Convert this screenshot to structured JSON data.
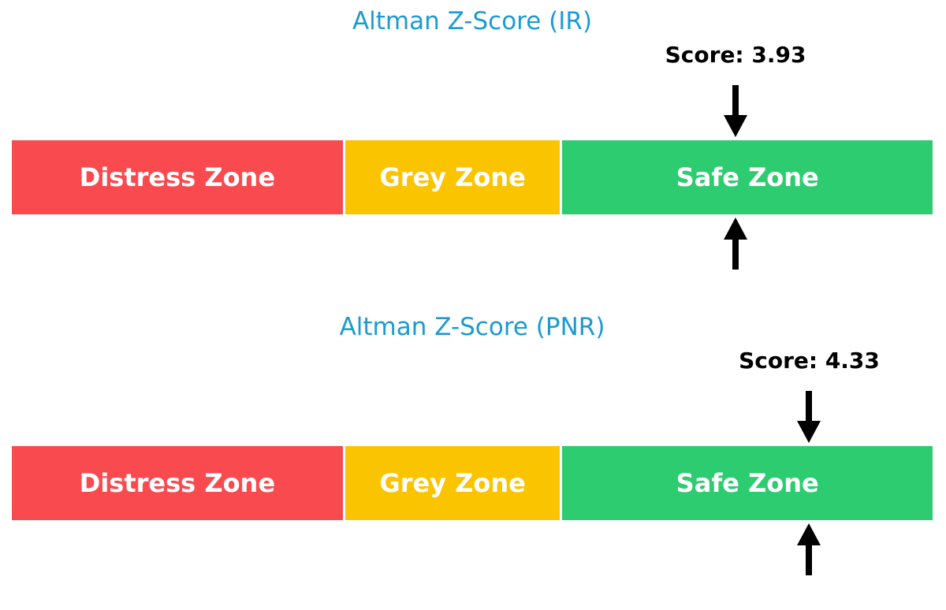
{
  "page": {
    "background": "#ffffff"
  },
  "chart_data": [
    {
      "type": "bar",
      "subtype": "zone-gauge",
      "title": "Altman Z-Score (IR)",
      "title_color": "#1C9BD1",
      "score": 3.93,
      "score_label": "Score: 3.93",
      "axis_range": [
        0,
        5
      ],
      "zones": [
        {
          "label": "Distress Zone",
          "from": 0,
          "to": 1.81,
          "color": "#F94B4F",
          "text_color": "#ffffff"
        },
        {
          "label": "Grey Zone",
          "from": 1.81,
          "to": 2.99,
          "color": "#FBC400",
          "text_color": "#ffffff"
        },
        {
          "label": "Safe Zone",
          "from": 2.99,
          "to": 5,
          "color": "#2ECC71",
          "text_color": "#ffffff"
        }
      ],
      "markers": [
        {
          "shape": "down-arrow",
          "value": 3.93,
          "position": "above-bar",
          "color": "#000000"
        },
        {
          "shape": "up-arrow",
          "value": 3.93,
          "position": "below-bar",
          "color": "#000000"
        }
      ],
      "legend": "none",
      "grid": false
    },
    {
      "type": "bar",
      "subtype": "zone-gauge",
      "title": "Altman Z-Score (PNR)",
      "title_color": "#1C9BD1",
      "score": 4.33,
      "score_label": "Score: 4.33",
      "axis_range": [
        0,
        5
      ],
      "zones": [
        {
          "label": "Distress Zone",
          "from": 0,
          "to": 1.81,
          "color": "#F94B4F",
          "text_color": "#ffffff"
        },
        {
          "label": "Grey Zone",
          "from": 1.81,
          "to": 2.99,
          "color": "#FBC400",
          "text_color": "#ffffff"
        },
        {
          "label": "Safe Zone",
          "from": 2.99,
          "to": 5,
          "color": "#2ECC71",
          "text_color": "#ffffff"
        }
      ],
      "markers": [
        {
          "shape": "down-arrow",
          "value": 4.33,
          "position": "above-bar",
          "color": "#000000"
        },
        {
          "shape": "up-arrow",
          "value": 4.33,
          "position": "below-bar",
          "color": "#000000"
        }
      ],
      "legend": "none",
      "grid": false
    }
  ]
}
